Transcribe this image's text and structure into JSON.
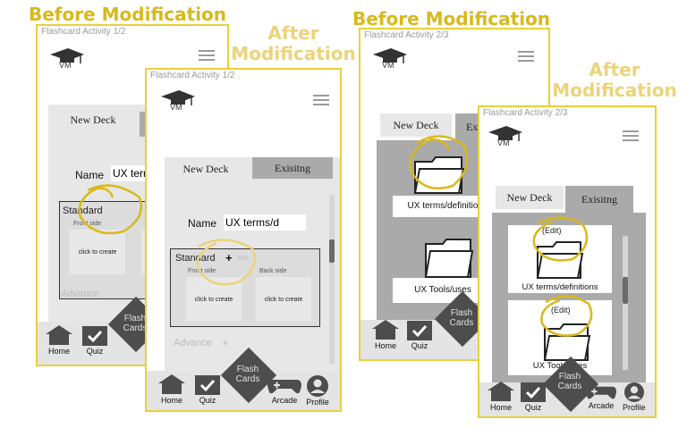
{
  "annotations": {
    "before_1": "Before Modification",
    "after_1_line1": "After",
    "after_1_line2": "Modification",
    "before_2": "Before Modification",
    "after_2_line1": "After",
    "after_2_line2": "Modification"
  },
  "colors": {
    "annotation": "#d8b91c",
    "frame": "#e8d03c",
    "panel_gray": "#aaaaaa",
    "nav_icon": "#4d4d4d"
  },
  "screen1": {
    "title": "Flashcard Activity 1/2",
    "logo_text": "VM",
    "tab_new": "New Deck",
    "name_label": "Name",
    "name_value": "UX terr",
    "standard_label": "Standard",
    "front_label": "Front side",
    "card_text": "click to create",
    "advance_label": "Advance",
    "nav": {
      "home": "Home",
      "quiz": "Quiz",
      "flash": "Flash Cards"
    }
  },
  "screen2": {
    "title": "Flashcard Activity 1/2",
    "logo_text": "VM",
    "tab_new": "New Deck",
    "tab_existing": "Exisitng",
    "name_label": "Name",
    "name_value": "UX terms/d",
    "standard_label": "Standard",
    "plus": "+",
    "edit_hint": "Edit",
    "front_label": "Front side",
    "back_label": "Back side",
    "card_front_text": "click to create",
    "card_back_text": "click to create",
    "advance_label": "Advance",
    "nav": {
      "home": "Home",
      "quiz": "Quiz",
      "flash": "Flash Cards",
      "arcade": "Arcade",
      "profile": "Profile"
    }
  },
  "screen3": {
    "title": "Flashcard Activity 2/3",
    "logo_text": "VM",
    "tab_new": "New Deck",
    "tab_existing_partial": "Exi",
    "folder1_caption": "UX terms/definitio",
    "folder2_caption": "UX Tools/uses",
    "nav": {
      "home": "Home",
      "quiz": "Quiz",
      "flash": "Flash Cards"
    }
  },
  "screen4": {
    "title": "Flashcard Activity 2/3",
    "logo_text": "VM",
    "tab_new": "New Deck",
    "tab_existing": "Exisitng",
    "edit1": "(Edit)",
    "folder1_caption": "UX terms/definitions",
    "edit2": "(Edit)",
    "folder2_caption": "UX Tools/uses",
    "nav": {
      "home": "Home",
      "quiz": "Quiz",
      "flash": "Flash Cards",
      "arcade": "Arcade",
      "profile": "Profile"
    }
  }
}
